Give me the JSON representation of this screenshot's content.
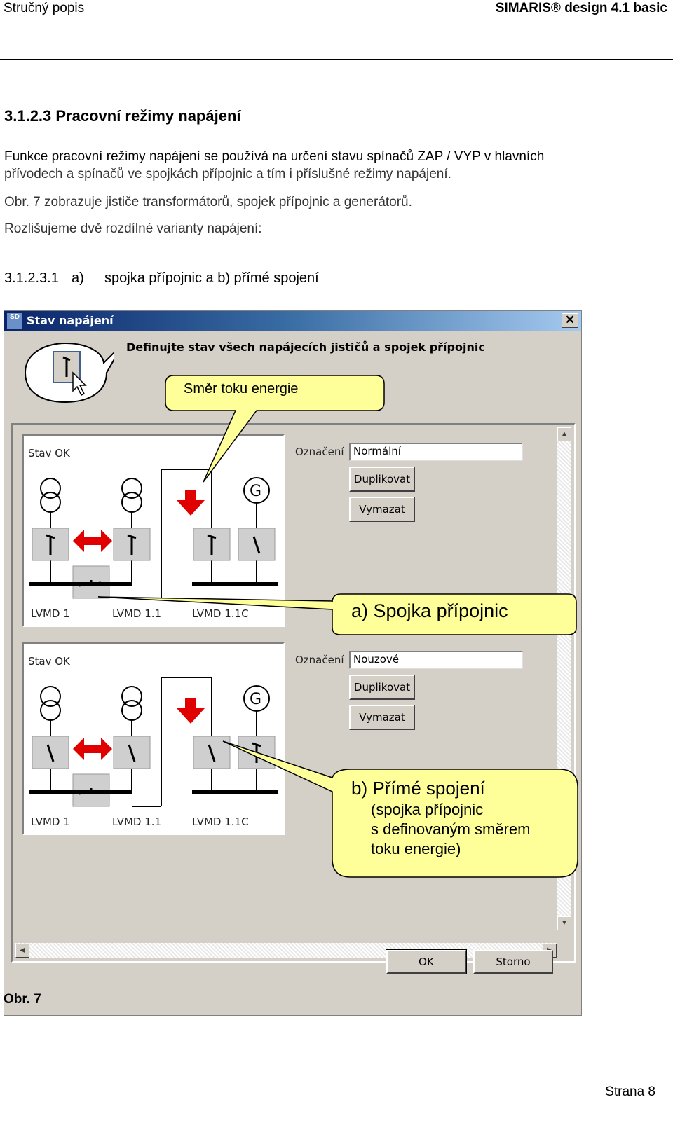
{
  "header": {
    "left": "Stručný popis",
    "right": "SIMARIS® design 4.1 basic"
  },
  "section": {
    "number_title": "3.1.2.3 Pracovní režimy napájení",
    "para1_line1": "Funkce pracovní režimy napájení se používá na určení stavu spínačů ZAP / VYP v hlavních",
    "para1_line2": "přívodech a spínačů ve spojkách přípojnic a tím i příslušné režimy napájení.",
    "para2": "Obr. 7 zobrazuje jističe transformátorů, spojek přípojnic a generátorů.",
    "para3": "Rozlišujeme dvě rozdílné varianty napájení:",
    "sub_number": "3.1.2.3.1",
    "sub_a": "a)",
    "sub_text": "spojka přípojnic a b) přímé spojení"
  },
  "dialog": {
    "title": "Stav napájení",
    "app_icon": "SD",
    "instruction": "Definujte stav všech napájecích jističů a spojek přípojnic",
    "close_symbol": "✕",
    "ok_label": "OK",
    "cancel_label": "Storno",
    "modes": [
      {
        "status": "Stav OK",
        "label_caption": "Označení",
        "value": "Normální",
        "duplicate": "Duplikovat",
        "delete": "Vymazat",
        "bus_labels": [
          "LVMD 1",
          "LVMD 1.1",
          "LVMD 1.1C"
        ]
      },
      {
        "status": "Stav OK",
        "label_caption": "Označení",
        "value": "Nouzové",
        "duplicate": "Duplikovat",
        "delete": "Vymazat",
        "bus_labels": [
          "LVMD 1",
          "LVMD 1.1",
          "LVMD 1.1C"
        ]
      }
    ],
    "generator_symbol": "G"
  },
  "callouts": {
    "flow": "Směr toku energie",
    "a": "a) Spojka přípojnic",
    "b_title": "b) Přímé spojení",
    "b_line1": "(spojka přípojnic",
    "b_line2": "s definovaným směrem",
    "b_line3": "toku energie)"
  },
  "caption": "Obr. 7",
  "footer": "Strana 8",
  "colors": {
    "callout_fill": "#ffff99",
    "arrow_red": "#e00000",
    "title_blue": "#0a246a"
  }
}
